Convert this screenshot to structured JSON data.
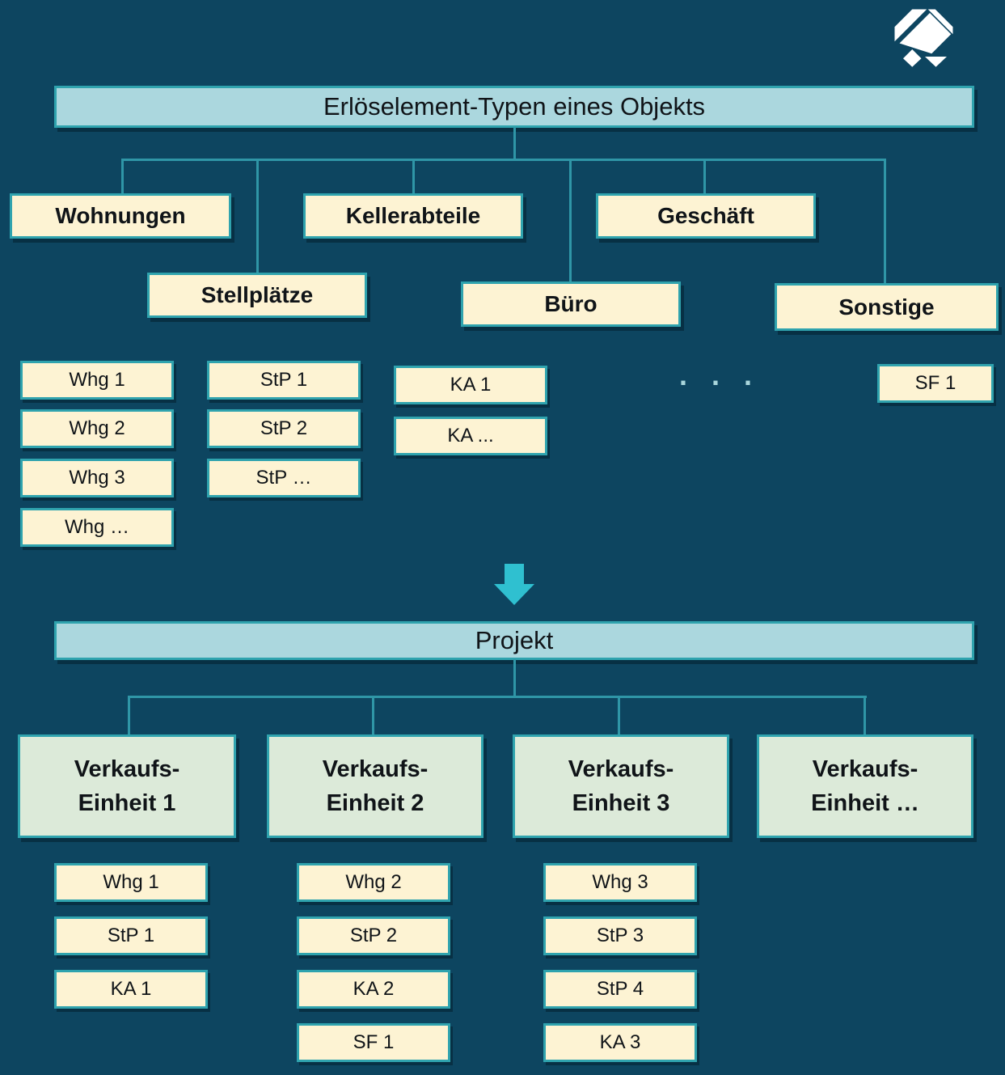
{
  "colors": {
    "bg": "#0d4560",
    "bar-fill": "#abd7de",
    "box-fill": "#fdf3d3",
    "unit-fill": "#dcead9",
    "border": "#2fa3ae",
    "line": "#2f96a7",
    "arrow": "#2fc0d0",
    "shadow": "rgba(7,42,60,0.78)",
    "ink": "#101418",
    "dots": "#a9d6dc",
    "logo": "#ffffff"
  },
  "object_tree": {
    "title": "Erlöselement-Typen eines Objekts",
    "categories": [
      {
        "label": "Wohnungen"
      },
      {
        "label": "Stellplätze"
      },
      {
        "label": "Kellerabteile"
      },
      {
        "label": "Büro"
      },
      {
        "label": "Geschäft"
      },
      {
        "label": "Sonstige"
      }
    ],
    "wohnungen_items": [
      {
        "label": "Whg 1"
      },
      {
        "label": "Whg 2"
      },
      {
        "label": "Whg 3"
      },
      {
        "label": "Whg …"
      }
    ],
    "stellplaetze_items": [
      {
        "label": "StP 1"
      },
      {
        "label": "StP 2"
      },
      {
        "label": "StP …"
      }
    ],
    "kellerabteile_items": [
      {
        "label": "KA 1"
      },
      {
        "label": "KA ..."
      }
    ],
    "ellipsis": ". . .",
    "sonstige_items": [
      {
        "label": "SF 1"
      }
    ]
  },
  "project": {
    "title": "Projekt",
    "units": [
      {
        "label": "Verkaufs-\nEinheit 1",
        "items": [
          {
            "label": "Whg 1"
          },
          {
            "label": "StP 1"
          },
          {
            "label": "KA 1"
          }
        ]
      },
      {
        "label": "Verkaufs-\nEinheit 2",
        "items": [
          {
            "label": "Whg 2"
          },
          {
            "label": "StP 2"
          },
          {
            "label": "KA 2"
          },
          {
            "label": "SF 1"
          }
        ]
      },
      {
        "label": "Verkaufs-\nEinheit 3",
        "items": [
          {
            "label": "Whg 3"
          },
          {
            "label": "StP 3"
          },
          {
            "label": "StP 4"
          },
          {
            "label": "KA 3"
          }
        ]
      },
      {
        "label": "Verkaufs-\nEinheit …",
        "items": []
      }
    ]
  }
}
